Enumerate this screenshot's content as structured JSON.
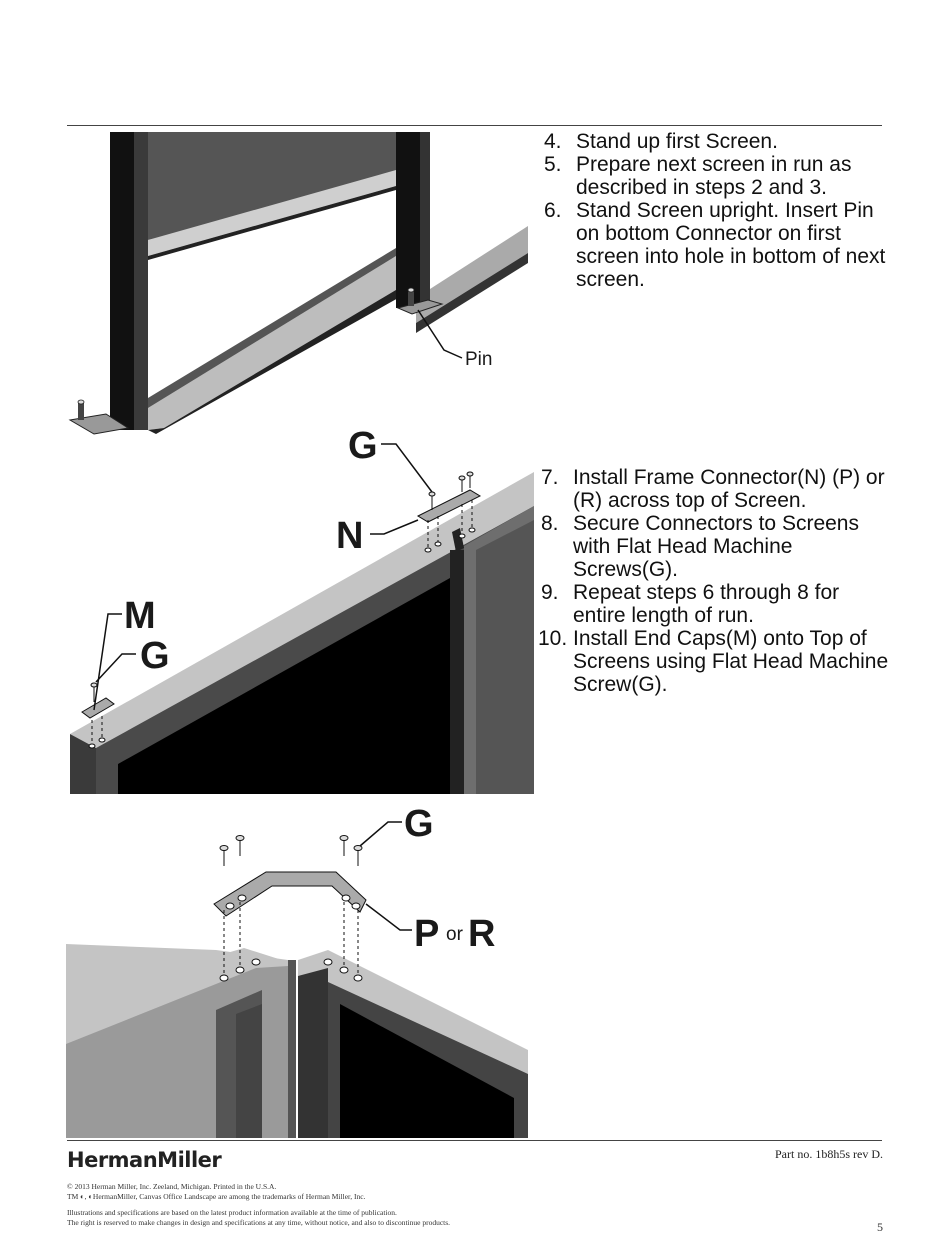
{
  "steps_block_1": [
    {
      "num": "4.",
      "text": "Stand up first Screen."
    },
    {
      "num": "5.",
      "text": "Prepare next screen in run as described in steps 2 and 3."
    },
    {
      "num": "6.",
      "text": "Stand Screen upright.  Insert Pin on bottom Connector on first screen into hole in bottom of next screen."
    }
  ],
  "steps_block_2": [
    {
      "num": "7.",
      "text": "Install Frame Connector(N) (P) or (R) across top of Screen."
    },
    {
      "num": "8.",
      "text": "Secure Connectors to Screens with Flat Head Machine Screws(G)."
    },
    {
      "num": "9.",
      "text": "Repeat steps 6 through 8 for entire length of run."
    },
    {
      "num": "10.",
      "text": "Install End Caps(M) onto Top of Screens using Flat Head Machine Screw(G)."
    }
  ],
  "figure1": {
    "pin_label": "Pin"
  },
  "figure2": {
    "label_g_top": "G",
    "label_n": "N",
    "label_m": "M",
    "label_g_left": "G"
  },
  "figure3": {
    "label_g": "G",
    "label_p": "P",
    "label_or": "or",
    "label_r": "R"
  },
  "footer": {
    "brand": "HermanMiller",
    "part_no": "Part no. 1b8h5s rev D.",
    "copyright": "© 2013 Herman Miller, Inc. Zeeland, Michigan. Printed in the U.S.A.",
    "trademarks": "TM ◐, ◐HermanMiller, Canvas Office Landscape are among the trademarks of Herman Miller, Inc.",
    "disclaimer_1": "Illustrations and specifications are based on the latest product information available at the time of publication.",
    "disclaimer_2": "The right is reserved to make changes in design and specifications at any time, without notice, and also to discontinue products.",
    "page_number": "5"
  }
}
